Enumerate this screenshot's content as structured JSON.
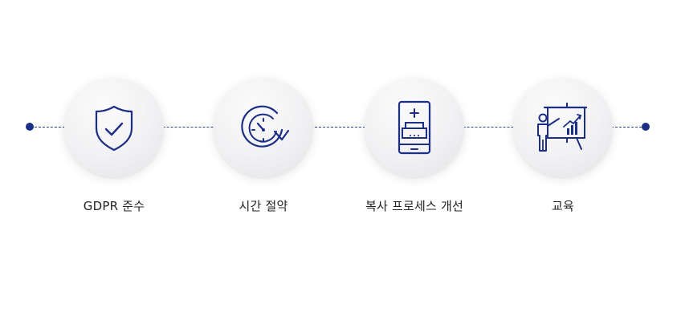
{
  "steps": [
    {
      "label": "GDPR 준수",
      "icon": "shield-check-icon"
    },
    {
      "label": "시간 절약",
      "icon": "clock-refresh-icon"
    },
    {
      "label": "복사 프로세스 개선",
      "icon": "phone-printer-icon"
    },
    {
      "label": "교육",
      "icon": "presentation-board-icon"
    }
  ],
  "colors": {
    "accent": "#1c2f86",
    "line": "#2b3f8f",
    "text": "#222428"
  }
}
